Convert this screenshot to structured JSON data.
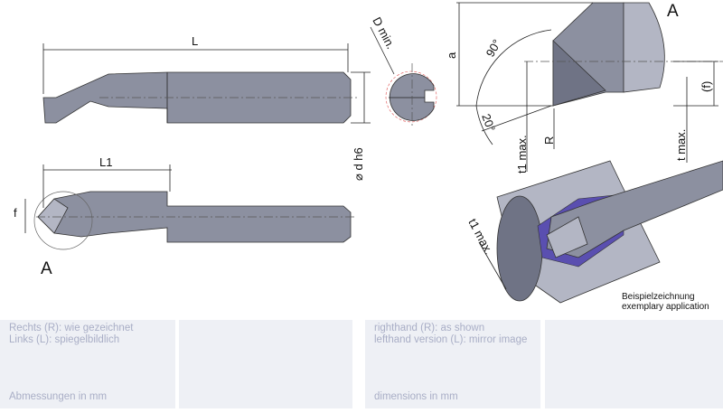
{
  "drawing": {
    "label_L": "L",
    "label_L1": "L1",
    "label_f_side": "f",
    "label_A_side": "A",
    "label_d": "⌀ d h6",
    "label_Dmin": "D min.",
    "label_a": "a",
    "label_90": "90°",
    "label_20": "20°",
    "label_t1max": "t1 max.",
    "label_R": "R",
    "label_f_detail": "(f)",
    "label_tmax": "t max.",
    "label_A_detail": "A",
    "label_t1max_iso": "t1 max."
  },
  "caption": {
    "line1": "Beispielzeichnung",
    "line2": "exemplary application"
  },
  "panels": [
    {
      "line1": "Rechts (R): wie gezeichnet",
      "line2": "Links (L): spiegelbildlich",
      "bottom": "Abmessungen in mm"
    },
    {
      "line1": "",
      "line2": "",
      "bottom": ""
    },
    {
      "line1": "righthand (R): as shown",
      "line2": "lefthand version (L): mirror image",
      "bottom": "dimensions in mm"
    },
    {
      "line1": "",
      "line2": "",
      "bottom": ""
    }
  ]
}
